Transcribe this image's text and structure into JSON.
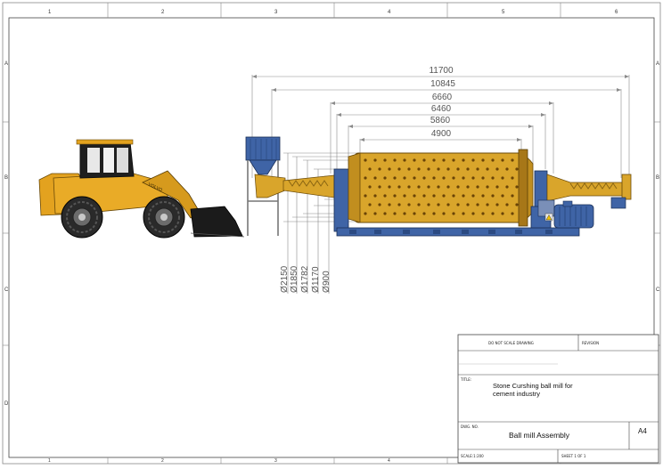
{
  "border": {
    "columns": [
      "1",
      "2",
      "3",
      "4",
      "5",
      "6"
    ],
    "rows": [
      "A",
      "B",
      "C",
      "D"
    ]
  },
  "dimensions": {
    "lengths": [
      "11700",
      "10845",
      "6660",
      "6460",
      "5860",
      "4900"
    ],
    "diameters": [
      "2150",
      "1850",
      "1782",
      "1170",
      "900"
    ],
    "diameter_symbol": "Ø"
  },
  "title_block": {
    "drawing_label": "DO NOT SCALE DRAWING",
    "revision_label": "REVISION",
    "title_label": "TITLE:",
    "title_line1": "Stone Curshing ball mill for",
    "title_line2": "cement industry",
    "dwg_no_label": "DWG. NO.",
    "dwg_name": "Ball mill Assembly",
    "size": "A4",
    "scale_label": "SCALE:1:200",
    "sheet_label": "SHEET 1 OF 1"
  },
  "colors": {
    "mill": "#d9a52b",
    "mill_dark": "#a77718",
    "steel_blue": "#3f64a6",
    "loader_body": "#e3a21f",
    "bucket": "#1b1b1b"
  }
}
